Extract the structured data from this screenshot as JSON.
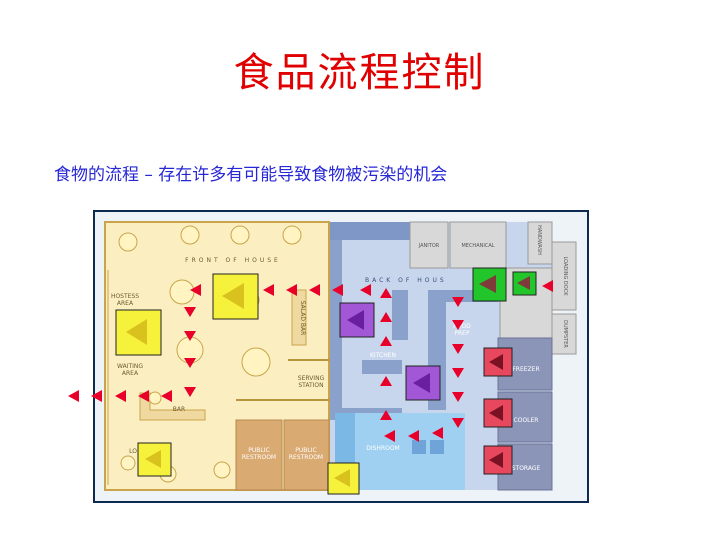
{
  "title": "食品流程控制",
  "subtitle": "食物的流程 – 存在许多有可能导致食物被污染的机会",
  "plan": {
    "front_of_house": "FRONT OF HOUSE",
    "back_of_house": "BACK OF HOUS",
    "hostess_area_1": "HOSTESS",
    "hostess_area_2": "AREA",
    "waiting_area_1": "WAITING",
    "waiting_area_2": "AREA",
    "bar": "BAR",
    "lounge": "LO",
    "salad_bar": "SALAD BAR",
    "serving_station_1": "SERVING",
    "serving_station_2": "STATION",
    "restroom_a_1": "PUBLIC",
    "restroom_a_2": "RESTROOM",
    "restroom_b_1": "PUBLIC",
    "restroom_b_2": "RESTROOM",
    "janitor": "JANITOR",
    "mechanical": "MECHANICAL",
    "handwashing": "HANDWASH",
    "loading_dock": "LOADING DOCK",
    "dumpster": "DUMPSTER",
    "kitchen": "KITCHEN",
    "food_prep_1": "FOOD",
    "food_prep_2": "PREP",
    "dishroom": "DISHROOM",
    "freezer": "FREEZER",
    "cooler": "COOLER",
    "storage": "STORAGE"
  },
  "colors": {
    "title": "#e00000",
    "subtitle": "#2727d6",
    "arrow": "#e8002a",
    "front_floor": "#fbefc1",
    "back_floor": "#c7d6ec",
    "yellow_marker": "#f6f23c",
    "green_marker": "#22c52a",
    "purple_marker": "#a257d6",
    "red_marker": "#e8485e"
  }
}
